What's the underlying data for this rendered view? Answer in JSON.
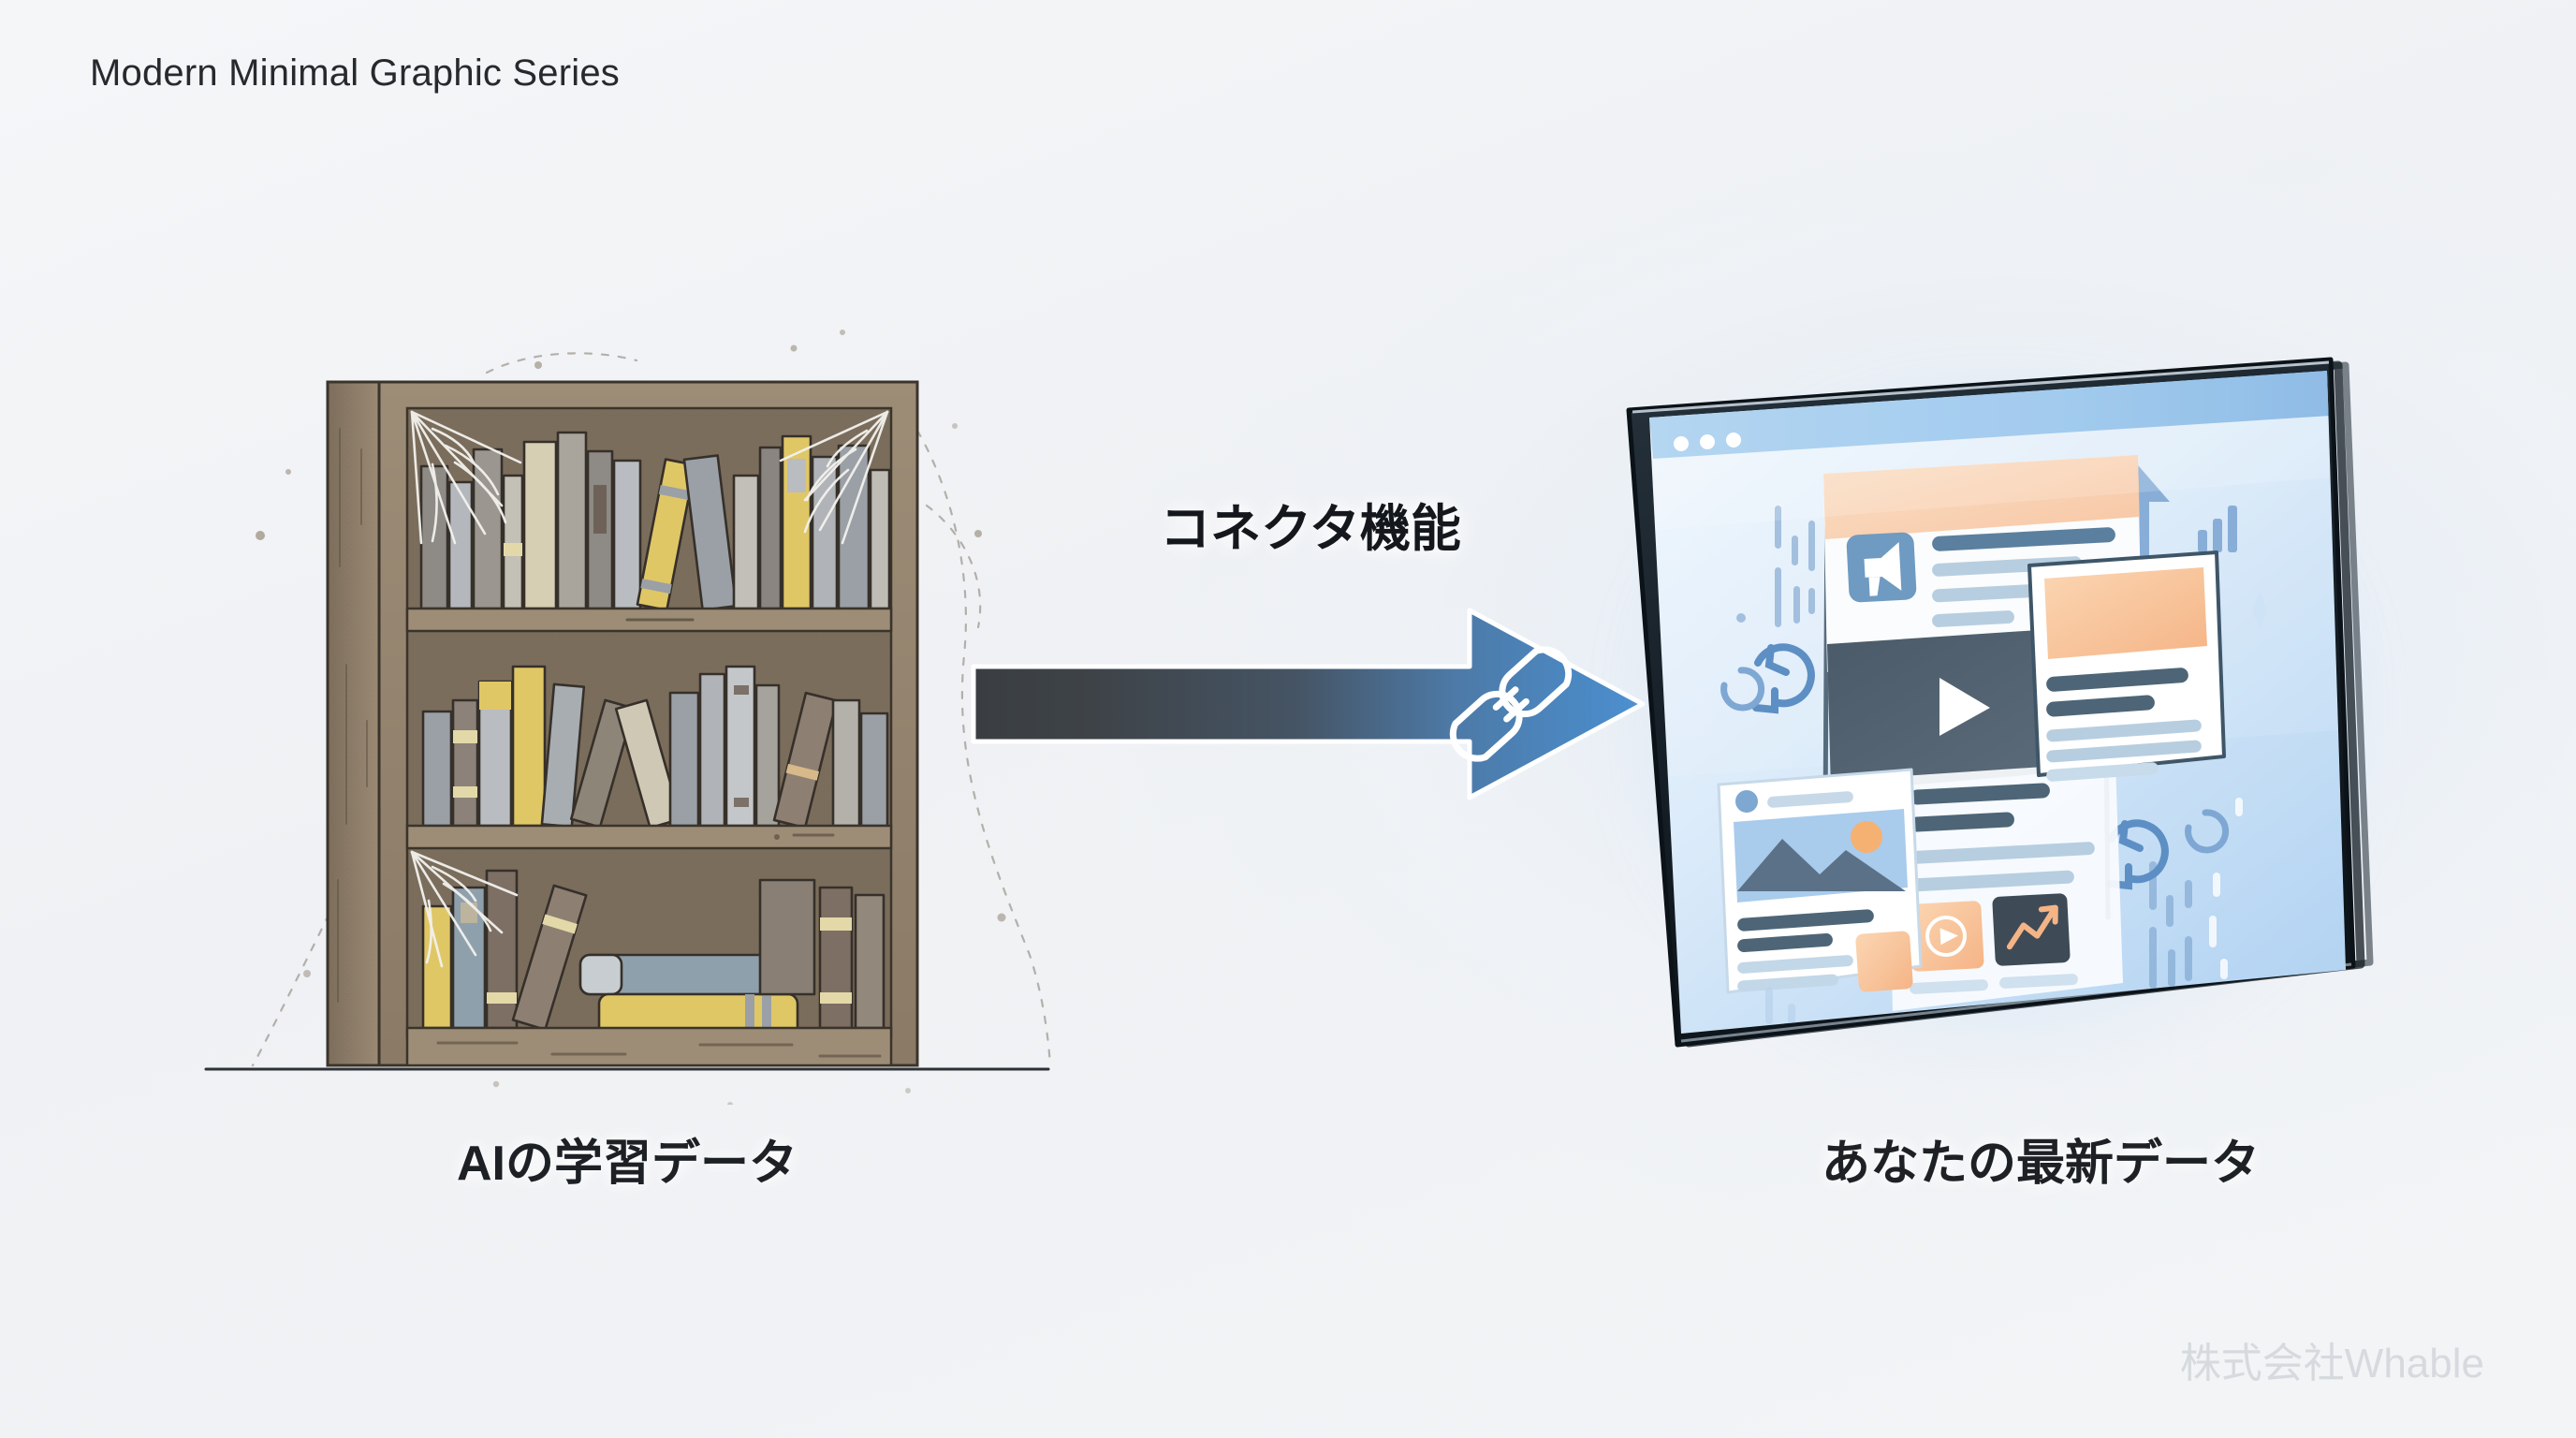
{
  "header": {
    "title": "Modern Minimal Graphic Series"
  },
  "watermark": {
    "text": "株式会社Whable"
  },
  "arrow": {
    "label": "コネクタ機能",
    "icon": "plug-connector-icon",
    "gradient_from": "#3a3f44",
    "gradient_to": "#4a8ccc"
  },
  "left_panel": {
    "caption": "AIの学習データ",
    "illustration": "dusty-bookshelf",
    "wood_color": "#8d7c68",
    "wood_dark": "#6f6152",
    "interior_color": "#7b6d5c",
    "shelves": 3,
    "decor": [
      "cobweb",
      "dust-specks",
      "ground-line"
    ],
    "book_palette": [
      "#9aa0a6",
      "#c9ccd0",
      "#e0c766",
      "#d9d2b8",
      "#8a7f74",
      "#6e6a66",
      "#b9bcc0"
    ]
  },
  "right_panel": {
    "caption": "あなたの最新データ",
    "illustration": "tablet-device",
    "bezel_color": "#1d2933",
    "screen_gradient_from": "#e8f2fc",
    "screen_gradient_to": "#bcd9f5",
    "titlebar_color": "#8ec1ec",
    "window_dots": 3,
    "accent_orange": "#f6c093",
    "accent_blue": "#6c93bb",
    "cards": [
      {
        "name": "announcement-card",
        "icon": "megaphone-icon",
        "text_lines": 4
      },
      {
        "name": "video-card",
        "icon": "play-icon"
      },
      {
        "name": "photo-card",
        "icon": "image-mountain-icon",
        "text_lines": 5
      },
      {
        "name": "document-card",
        "header": "orange-banner",
        "text_lines": 5
      },
      {
        "name": "media-thumb-play",
        "icon": "play-circle-icon"
      },
      {
        "name": "media-thumb-chart",
        "icon": "trending-up-icon"
      }
    ],
    "motifs": [
      "sync-icon",
      "sync-icon-2",
      "arc-icon",
      "arc-icon-2",
      "up-arrow-icon",
      "bar-chart-icon",
      "sparkle-icon",
      "data-stream-dashes"
    ]
  }
}
